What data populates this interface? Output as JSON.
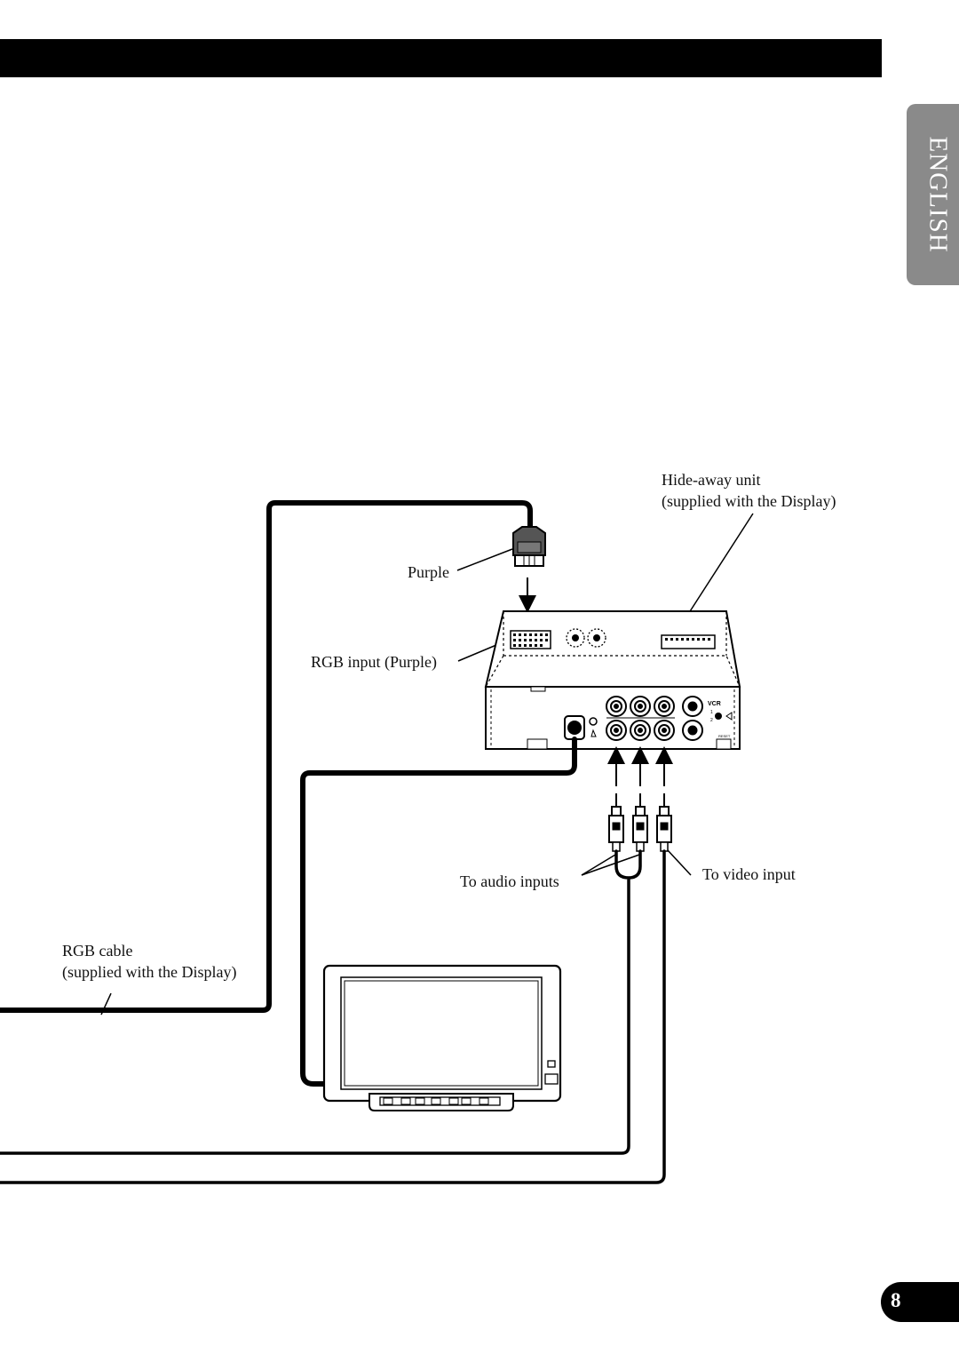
{
  "language_tab": "ENGLISH",
  "page_number": "8",
  "labels": {
    "hideaway_unit": "Hide-away unit",
    "hideaway_supplied": "(supplied with the Display)",
    "purple": "Purple",
    "rgb_input": "RGB input (Purple)",
    "to_audio_inputs": "To audio inputs",
    "to_video_input": "To video input",
    "rgb_cable": "RGB cable",
    "rgb_cable_supplied": "(supplied with the Display)"
  },
  "unit_markings": {
    "vcr": "VCR",
    "reset": "RESET"
  }
}
